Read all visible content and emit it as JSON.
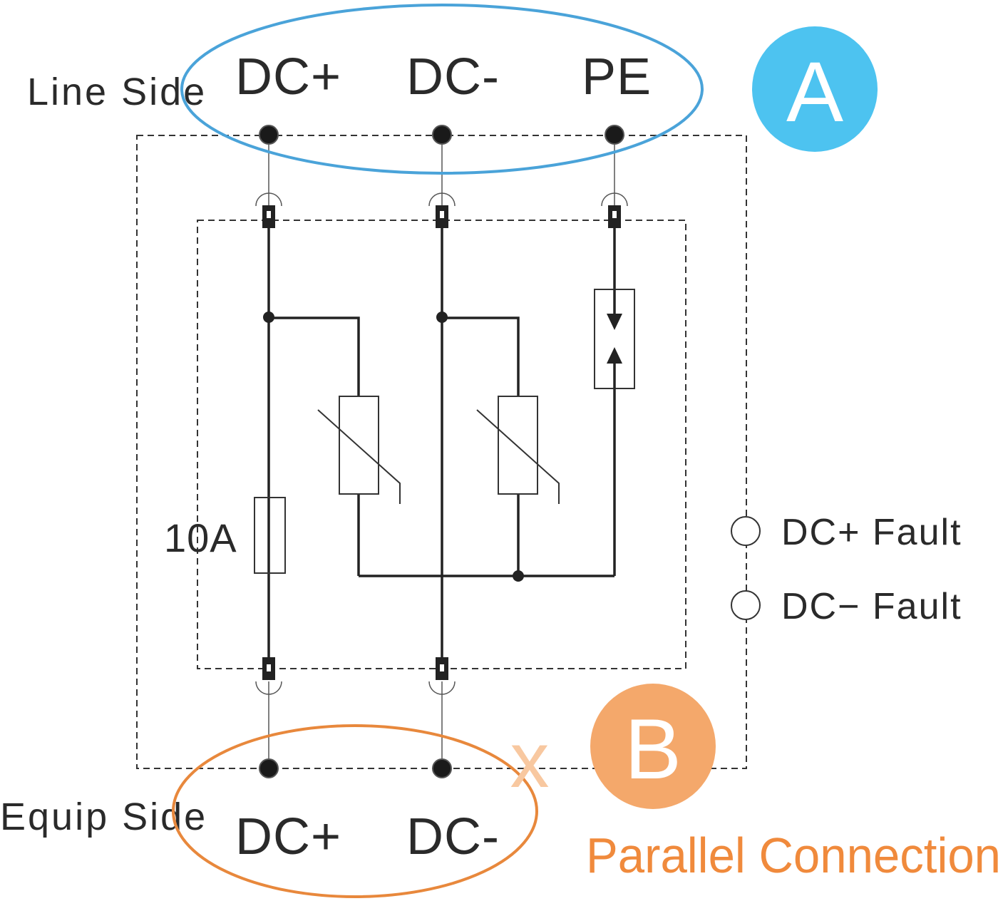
{
  "line_side": {
    "label": "Line Side",
    "terminals": [
      "DC+",
      "DC-",
      "PE"
    ]
  },
  "equip_side": {
    "label": "Equip Side",
    "terminals": [
      "DC+",
      "DC-"
    ]
  },
  "fuse": {
    "label": "10A"
  },
  "indicators": [
    {
      "label": "DC+ Fault"
    },
    {
      "label": "DC− Fault"
    }
  ],
  "badges": {
    "a": {
      "letter": "A",
      "color": "#4dc3f0"
    },
    "b": {
      "letter": "B",
      "color": "#f4a86b"
    }
  },
  "connection_note": {
    "mark": "x",
    "text": "Parallel Connection",
    "color": "#f08a3c"
  },
  "colors": {
    "line_side_ellipse": "#4aa3d9",
    "equip_side_ellipse": "#e8883c",
    "cross_mark": "#f8c8a0"
  }
}
